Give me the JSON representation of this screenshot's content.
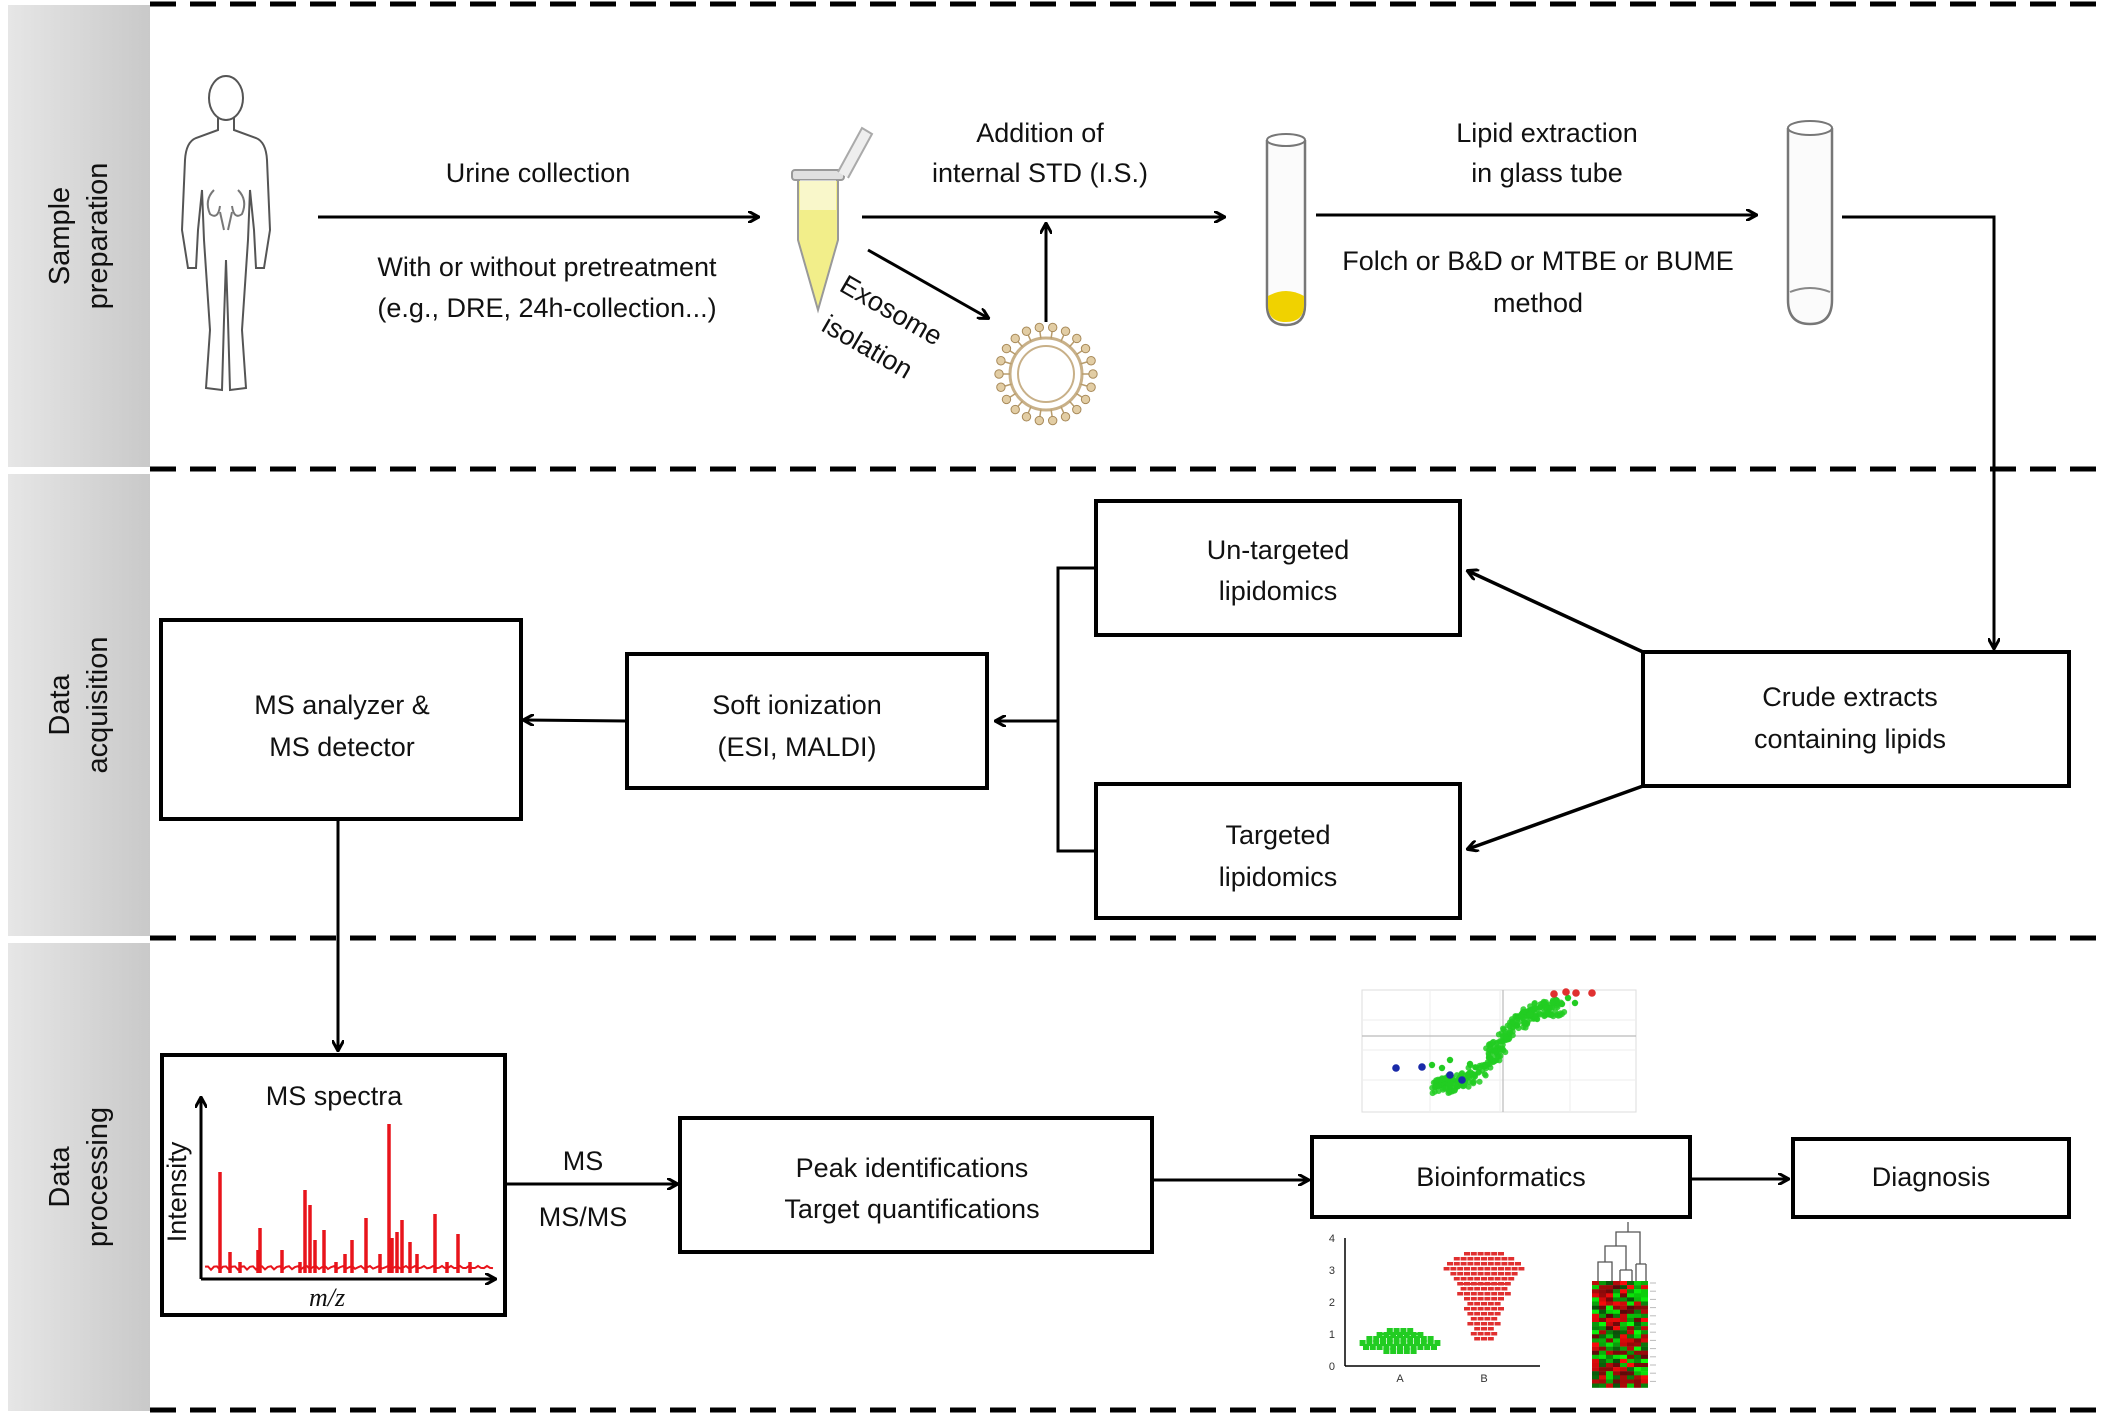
{
  "sections": [
    {
      "line1": "Sample",
      "line2": "preparation"
    },
    {
      "line1": "Data",
      "line2": "acquisition"
    },
    {
      "line1": "Data",
      "line2": "processing"
    }
  ],
  "prep": {
    "urine_collection": "Urine collection",
    "pretreatment_1": "With or without pretreatment",
    "pretreatment_2": "(e.g., DRE, 24h-collection...)",
    "exosome_1": "Exosome",
    "exosome_2": "isolation",
    "addition_1": "Addition of",
    "addition_2": "internal STD (I.S.)",
    "lipid_1": "Lipid extraction",
    "lipid_2": "in glass tube",
    "method_1": "Folch or B&D or MTBE or BUME",
    "method_2": "method"
  },
  "acq": {
    "untargeted_1": "Un-targeted",
    "untargeted_2": "lipidomics",
    "targeted_1": "Targeted",
    "targeted_2": "lipidomics",
    "crude_1": "Crude extracts",
    "crude_2": "containing lipids",
    "soft_1": "Soft ionization",
    "soft_2": "(ESI, MALDI)",
    "ms_1": "MS analyzer &",
    "ms_2": "MS detector"
  },
  "proc": {
    "spectra_title": "MS spectra",
    "y_axis": "Intensity",
    "x_axis": "m/z",
    "arrow_1": "MS",
    "arrow_2": "MS/MS",
    "peak_1": "Peak identifications",
    "peak_2": "Target quantifications",
    "bioinformatics": "Bioinformatics",
    "diagnosis": "Diagnosis",
    "dot_ticks": [
      "0",
      "1",
      "2",
      "3",
      "4"
    ],
    "dot_groups": [
      "A",
      "B"
    ]
  },
  "colors": {
    "spectrum": "#e8141b",
    "green": "#22cc22",
    "red": "#e03030",
    "blue": "#1a2aa8",
    "urine": "#f2ee8a"
  }
}
